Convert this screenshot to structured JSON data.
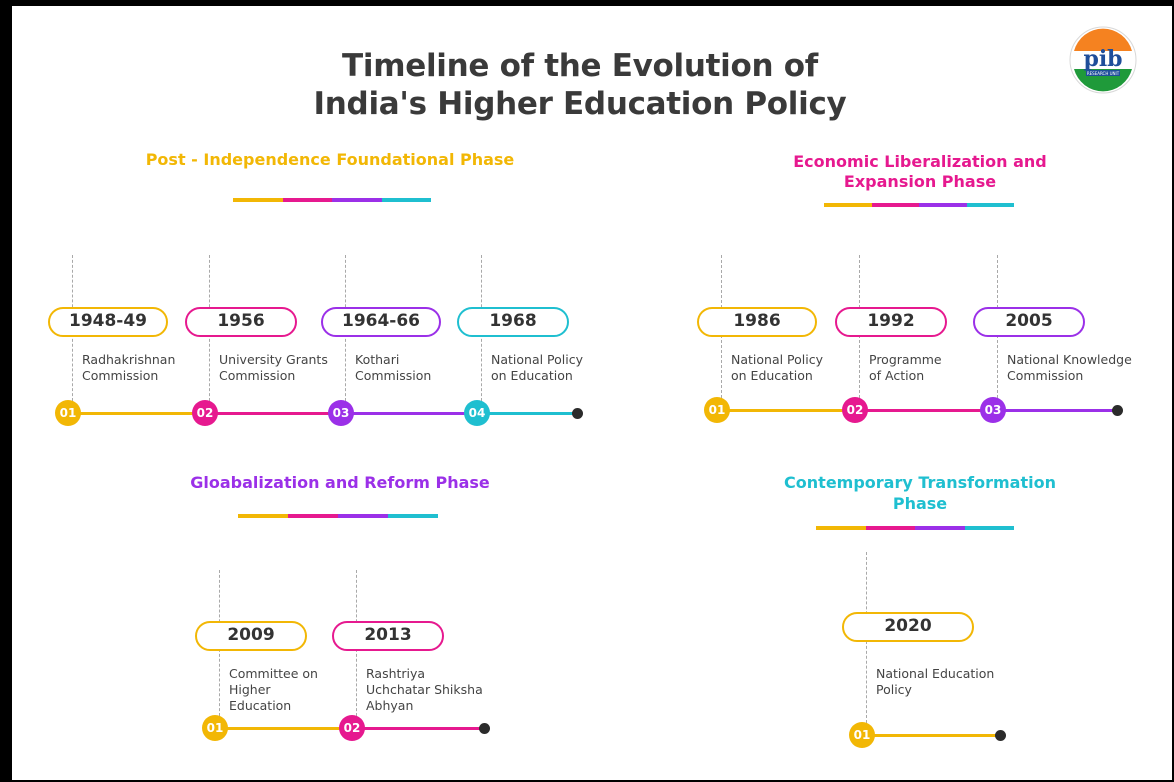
{
  "title_line1": "Timeline of the Evolution of",
  "title_line2": "India's Higher Education Policy",
  "logo": {
    "text": "pib",
    "subtext": "RESEARCH UNIT"
  },
  "colors": {
    "yellow": "#f2b705",
    "pink": "#e6198f",
    "purple": "#9b30e8",
    "cyan": "#1fbfd0"
  },
  "phases": {
    "p1": {
      "title": "Post - Independence Foundational Phase",
      "events": [
        {
          "num": "01",
          "year": "1948-49",
          "desc": [
            "Radhakrishnan",
            "Commission"
          ]
        },
        {
          "num": "02",
          "year": "1956",
          "desc": [
            "University Grants",
            "Commission"
          ]
        },
        {
          "num": "03",
          "year": "1964-66",
          "desc": [
            "Kothari",
            "Commission"
          ]
        },
        {
          "num": "04",
          "year": "1968",
          "desc": [
            "National Policy",
            "on Education"
          ]
        }
      ]
    },
    "p2": {
      "title_line1": "Economic Liberalization and",
      "title_line2": "Expansion Phase",
      "events": [
        {
          "num": "01",
          "year": "1986",
          "desc": [
            "National Policy",
            "on Education"
          ]
        },
        {
          "num": "02",
          "year": "1992",
          "desc": [
            "Programme",
            "of Action"
          ]
        },
        {
          "num": "03",
          "year": "2005",
          "desc": [
            "National Knowledge",
            "Commission"
          ]
        }
      ]
    },
    "p3": {
      "title": "Gloabalization and Reform Phase",
      "events": [
        {
          "num": "01",
          "year": "2009",
          "desc": [
            "Committee on",
            "Higher",
            "Education"
          ]
        },
        {
          "num": "02",
          "year": "2013",
          "desc": [
            "Rashtriya",
            "Uchchatar Shiksha",
            "Abhyan"
          ]
        }
      ]
    },
    "p4": {
      "title_line1": "Contemporary Transformation",
      "title_line2": "Phase",
      "events": [
        {
          "num": "01",
          "year": "2020",
          "desc": [
            "National Education",
            "Policy"
          ]
        }
      ]
    }
  }
}
